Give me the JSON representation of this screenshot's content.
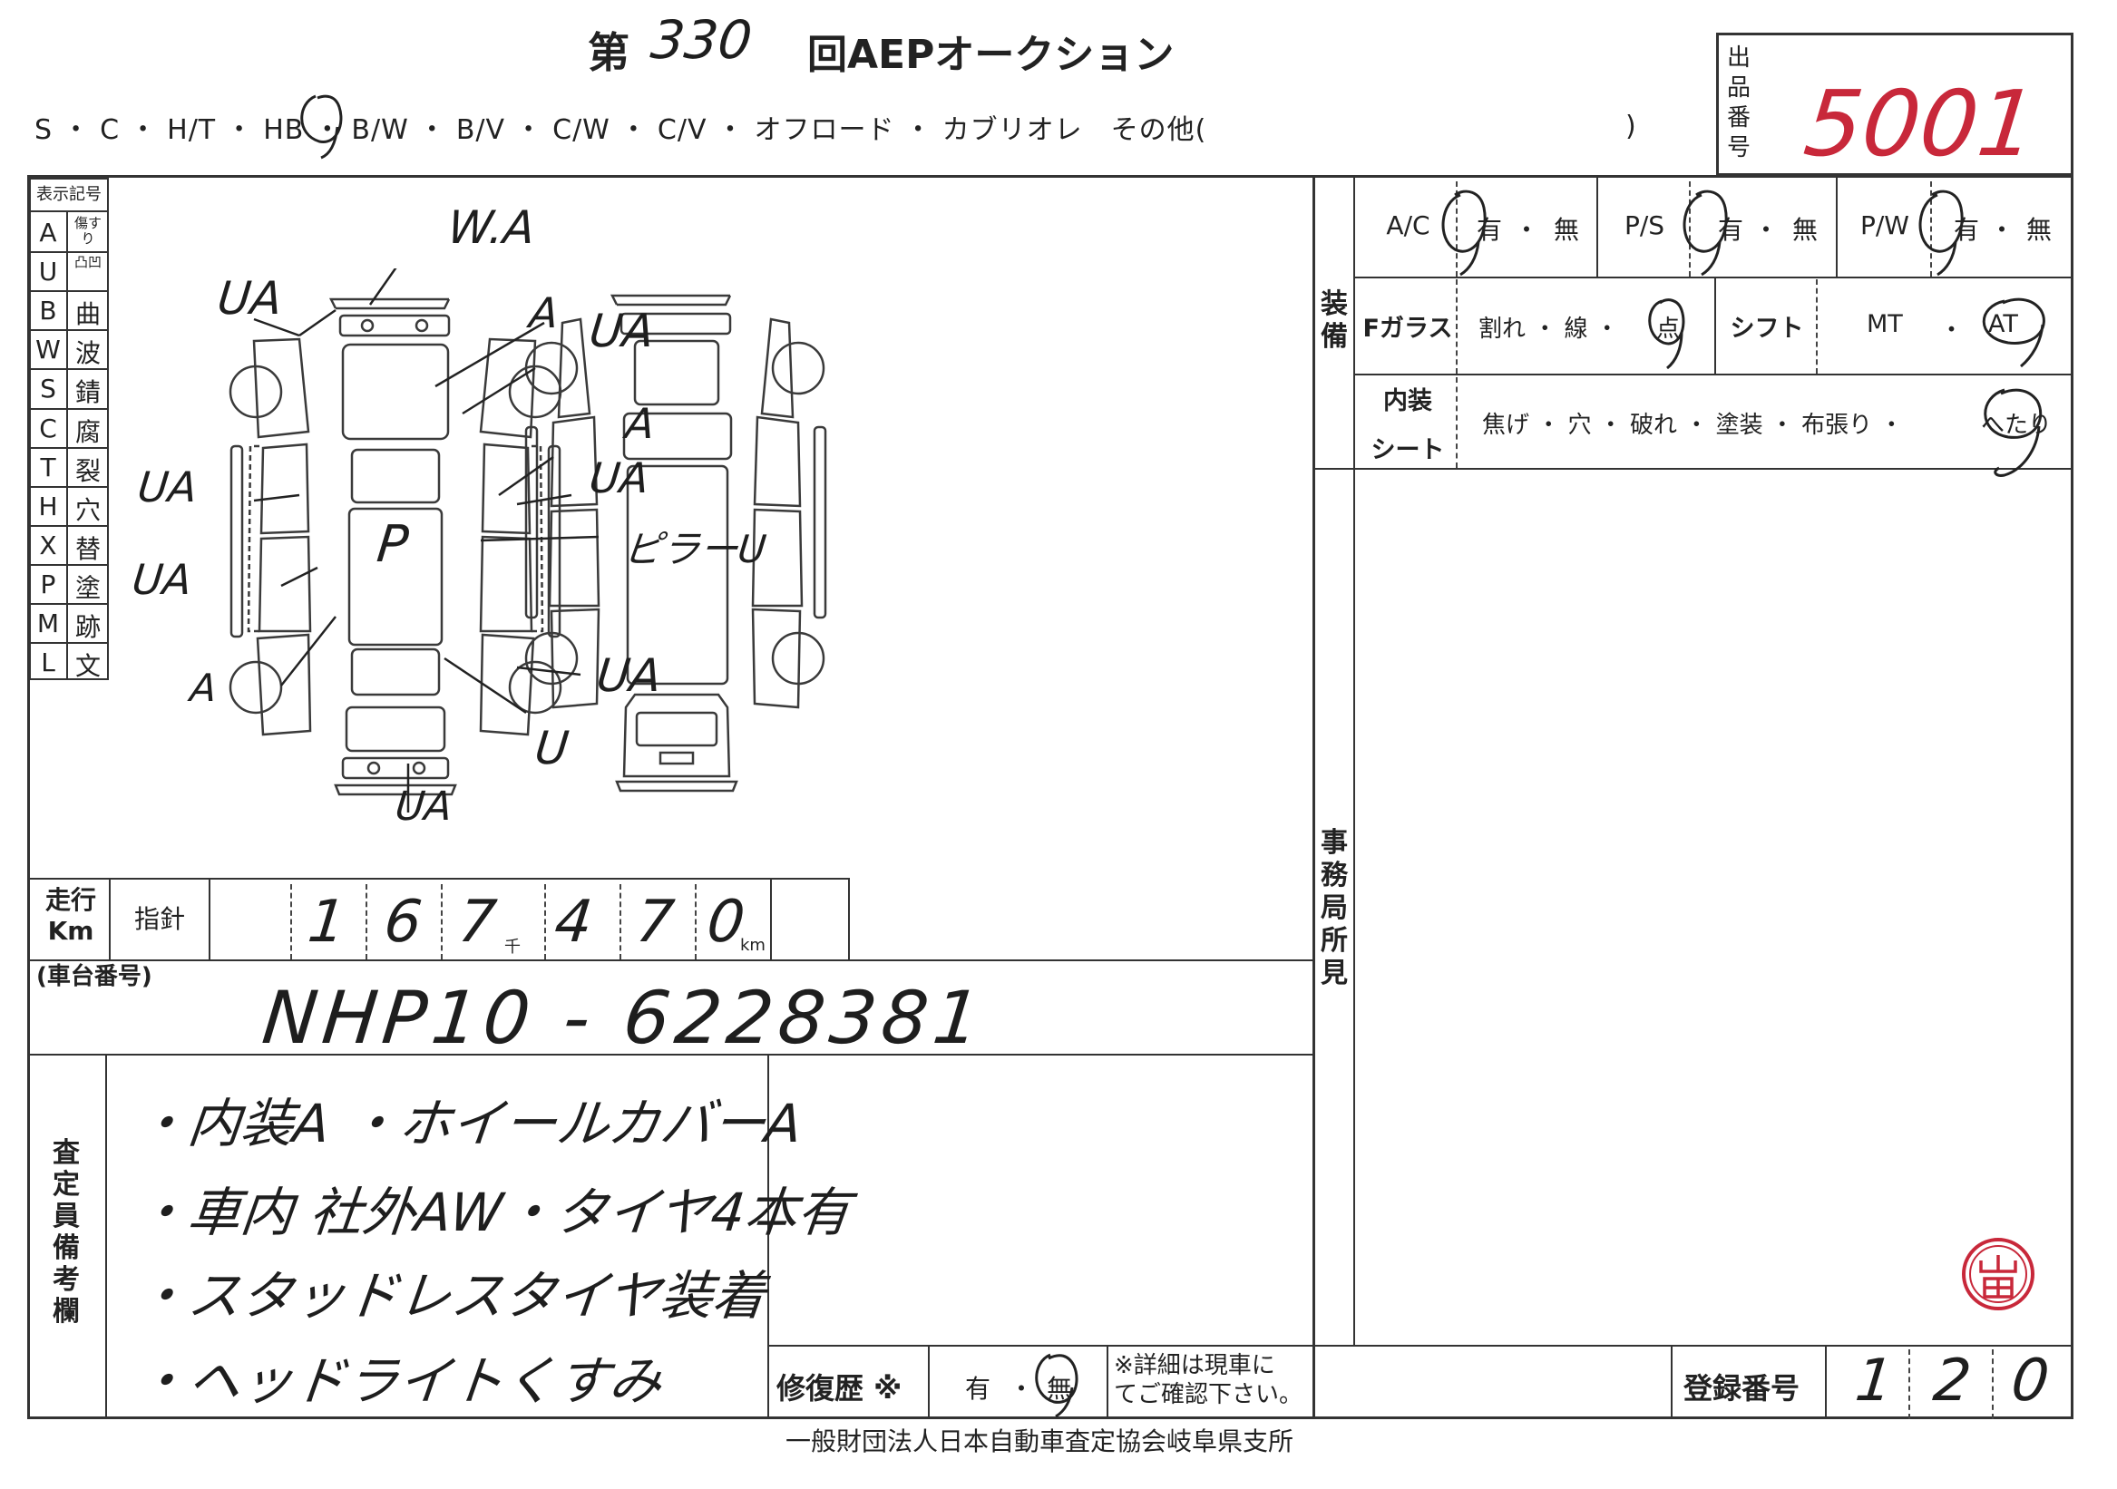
{
  "header": {
    "prefix": "第",
    "round": "330",
    "title": "回AEPオークション",
    "body_types": "S ・ C ・ H/T ・ HB ・ B/W ・ B/V ・ C/W ・ C/V ・ オフロード ・ カブリオレ　その他(",
    "body_types_close": ")",
    "lot_label": [
      "出",
      "品",
      "番",
      "号"
    ],
    "lot_number": "5001"
  },
  "legend": {
    "title": "表示記号",
    "rows": [
      {
        "code": "A",
        "desc": "傷すり"
      },
      {
        "code": "U",
        "desc": "凸凹"
      },
      {
        "code": "B",
        "desc": "曲"
      },
      {
        "code": "W",
        "desc": "波"
      },
      {
        "code": "S",
        "desc": "錆"
      },
      {
        "code": "C",
        "desc": "腐"
      },
      {
        "code": "T",
        "desc": "裂"
      },
      {
        "code": "H",
        "desc": "穴"
      },
      {
        "code": "X",
        "desc": "替"
      },
      {
        "code": "P",
        "desc": "塗"
      },
      {
        "code": "M",
        "desc": "跡"
      },
      {
        "code": "L",
        "desc": "文"
      }
    ]
  },
  "damage_marks": [
    {
      "text": "W.A"
    },
    {
      "text": "UA"
    },
    {
      "text": "A"
    },
    {
      "text": "UA"
    },
    {
      "text": "A"
    },
    {
      "text": "UA"
    },
    {
      "text": "UA"
    },
    {
      "text": "UA"
    },
    {
      "text": "ピラーU"
    },
    {
      "text": "P"
    },
    {
      "text": "A"
    },
    {
      "text": "UA"
    },
    {
      "text": "U"
    },
    {
      "text": "UA"
    }
  ],
  "equipment": {
    "label": "装備",
    "ac_label": "A/C",
    "ps_label": "P/S",
    "pw_label": "P/W",
    "yes": "有",
    "no": "無",
    "dot": "・",
    "fglass_label": "Fガラス",
    "fglass_options": "割れ ・ 線 ・",
    "fglass_selected": "点",
    "shift_label": "シフト",
    "shift_mt": "MT",
    "shift_at": "AT",
    "interior_label": "内装",
    "seat_label": "シート",
    "interior_options": "焦げ ・ 穴 ・ 破れ ・ 塗装 ・ 布張り ・",
    "interior_selected": "へたり"
  },
  "office": {
    "label": [
      "事",
      "務",
      "局",
      "所",
      "見"
    ]
  },
  "mileage": {
    "label_top": "走行",
    "label_bottom": "Km",
    "sub_label": "指針",
    "digits": [
      "1",
      "6",
      "7",
      "4",
      "7",
      "0"
    ],
    "thousand": "千",
    "km": "km"
  },
  "chassis": {
    "label": "(車台番号)",
    "value": "NHP10 - 6228381"
  },
  "inspector": {
    "label": [
      "査",
      "定",
      "員",
      "備",
      "考",
      "欄"
    ],
    "notes": [
      "・内装A  ・ホイールカバーA",
      "・車内 社外AW・タイヤ4本有",
      "・スタッドレスタイヤ装着",
      "・ヘッドライトくすみ"
    ]
  },
  "repair": {
    "label": "修復歴 ※",
    "yes": "有",
    "dot": "・",
    "no": "無",
    "note1": "※詳細は現車に",
    "note2": "てご確認下さい。"
  },
  "registration": {
    "label": "登録番号",
    "digits": [
      "1",
      "2",
      "0"
    ]
  },
  "stamp": {
    "text": "岩田"
  },
  "footer": "一般財団法人日本自動車査定協会岐阜県支所"
}
